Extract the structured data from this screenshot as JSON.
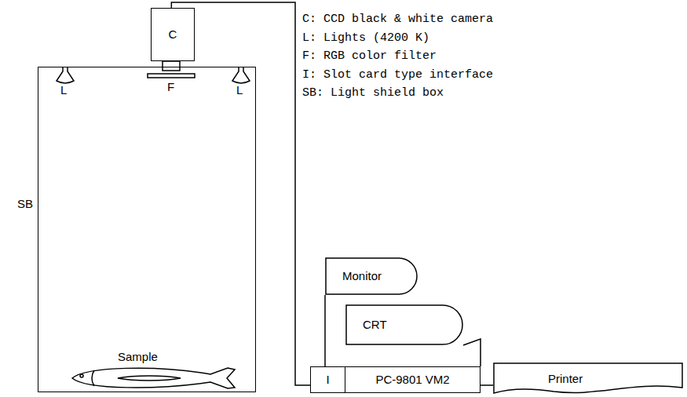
{
  "diagram": {
    "nodes": [
      {
        "text": [
          "SB"
        ]
      },
      {
        "text": [
          "C"
        ]
      },
      {
        "text": [
          "Monitor"
        ]
      },
      {
        "text": [
          "CRT"
        ]
      },
      {
        "text": [
          "I"
        ]
      },
      {
        "text": [
          "PC-9801 VM2"
        ]
      },
      {
        "text": [
          "Printer"
        ]
      }
    ],
    "edges": [
      {
        "from": 1,
        "to": 4,
        "arrow": "none"
      },
      {
        "from": 5,
        "to": 6,
        "arrow": "none"
      }
    ],
    "labels": [
      "L",
      "L",
      "F",
      "Sample",
      "C: CCD black & white camera",
      "L: Lights (4200 K)",
      "F: RGB color filter",
      "I: Slot card type interface",
      "SB: Light shield box"
    ]
  }
}
